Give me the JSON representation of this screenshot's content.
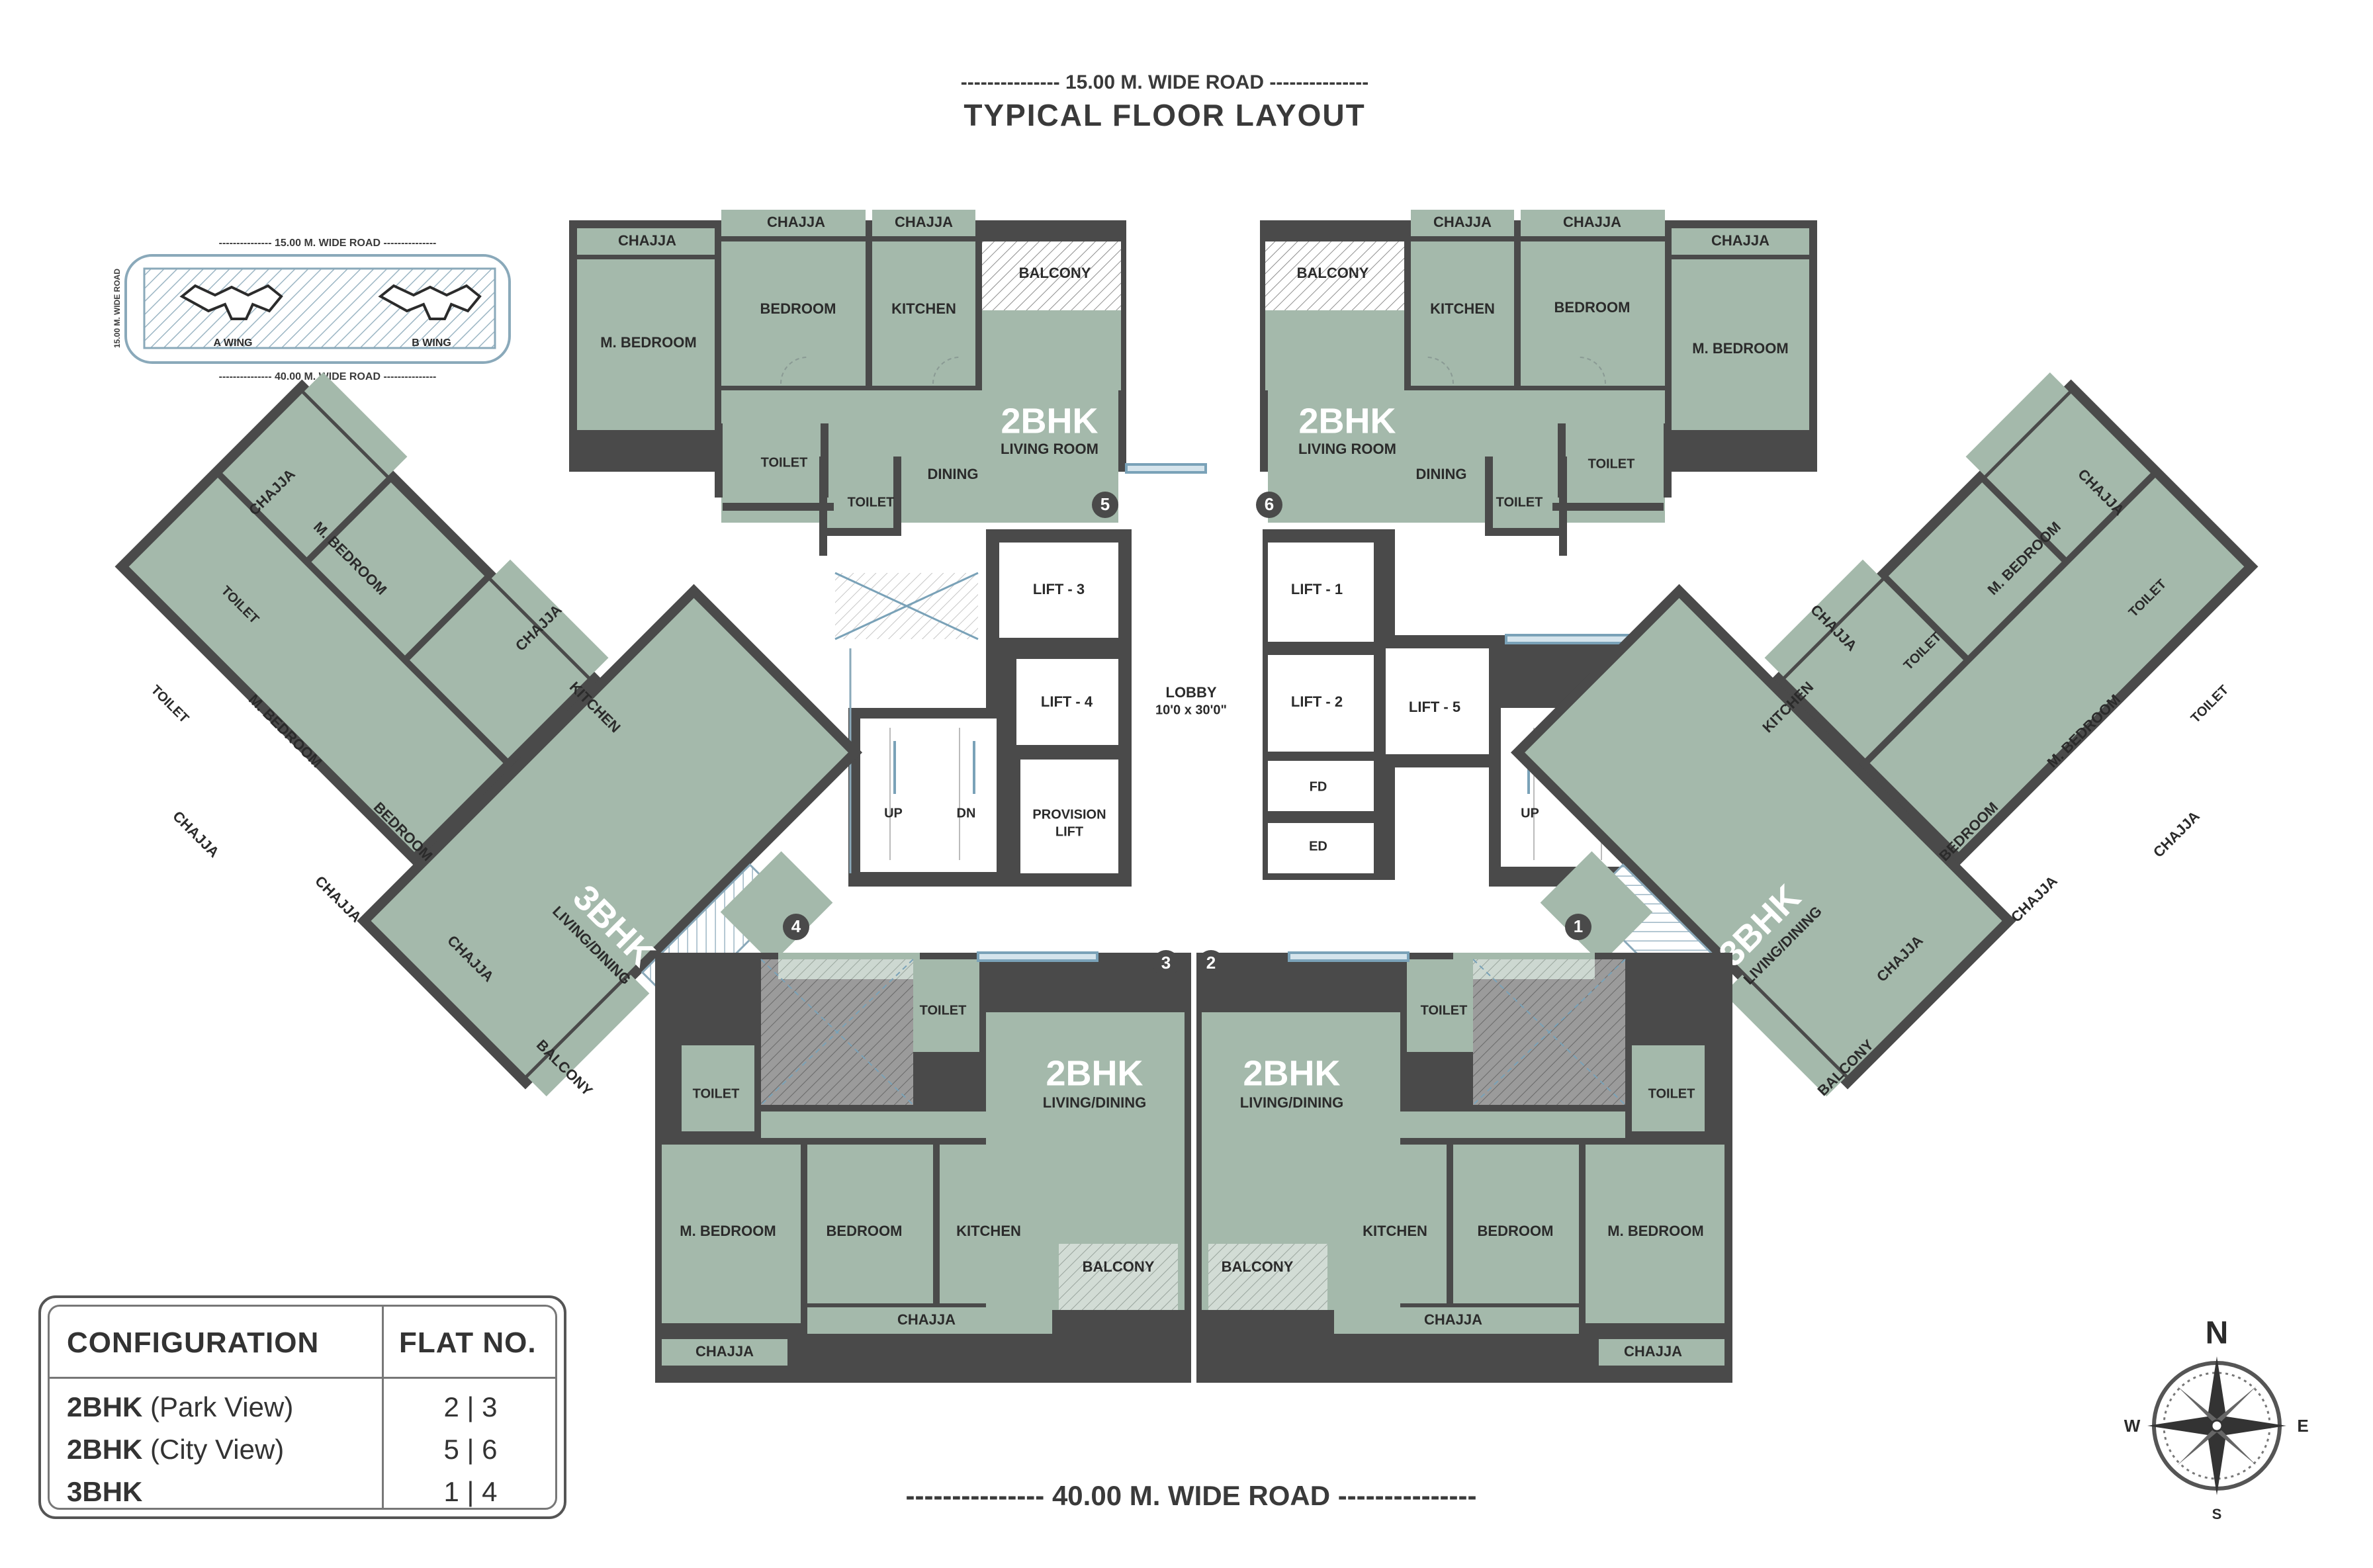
{
  "header": {
    "top_road": "--------------- 15.00 M. WIDE ROAD ---------------",
    "title": "TYPICAL FLOOR LAYOUT"
  },
  "footer": {
    "bottom_road": "--------------- 40.00 M. WIDE ROAD ---------------"
  },
  "key_plan": {
    "top_road": "--------------- 15.00 M. WIDE ROAD ---------------",
    "bottom_road": "--------------- 40.00 M. WIDE ROAD ---------------",
    "side_road": "15.00 M. WIDE ROAD",
    "wing_a": "A WING",
    "wing_b": "B WING"
  },
  "flats": {
    "f5": {
      "type": "2BHK",
      "use": "LIVING ROOM",
      "number": "5",
      "rooms": {
        "chajja1": "CHAJJA",
        "chajja2": "CHAJJA",
        "chajja3": "CHAJJA",
        "mbed": "M. BEDROOM",
        "bed": "BEDROOM",
        "kitchen": "KITCHEN",
        "balcony": "BALCONY",
        "toilet1": "TOILET",
        "toilet2": "TOILET",
        "dining": "DINING"
      }
    },
    "f6": {
      "type": "2BHK",
      "use": "LIVING ROOM",
      "number": "6",
      "rooms": {
        "chajja1": "CHAJJA",
        "chajja2": "CHAJJA",
        "chajja3": "CHAJJA",
        "mbed": "M. BEDROOM",
        "bed": "BEDROOM",
        "kitchen": "KITCHEN",
        "balcony": "BALCONY",
        "toilet1": "TOILET",
        "toilet2": "TOILET",
        "dining": "DINING"
      }
    },
    "f4": {
      "type": "3BHK",
      "use": "LIVING/DINING",
      "number": "4",
      "rooms": {
        "chajja1": "CHAJJA",
        "chajja2": "CHAJJA",
        "chajja3": "CHAJJA",
        "chajja4": "CHAJJA",
        "mbed1": "M. BEDROOM",
        "mbed2": "M. BEDROOM",
        "bed": "BEDROOM",
        "kitchen": "KITCHEN",
        "toilet1": "TOILET",
        "toilet2": "TOILET",
        "balcony": "BALCONY"
      }
    },
    "f1": {
      "type": "3BHK",
      "use": "LIVING/DINING",
      "number": "1",
      "rooms": {
        "chajja1": "CHAJJA",
        "chajja2": "CHAJJA",
        "chajja3": "CHAJJA",
        "chajja4": "CHAJJA",
        "mbed1": "M. BEDROOM",
        "mbed2": "M. BEDROOM",
        "bed": "BEDROOM",
        "kitchen": "KITCHEN",
        "toilet1": "TOILET",
        "toilet2": "TOILET",
        "balcony": "BALCONY"
      }
    },
    "f3": {
      "type": "2BHK",
      "use": "LIVING/DINING",
      "number": "3",
      "rooms": {
        "toilet1": "TOILET",
        "toilet2": "TOILET",
        "mbed": "M. BEDROOM",
        "bed": "BEDROOM",
        "kitchen": "KITCHEN",
        "balcony": "BALCONY",
        "chajja1": "CHAJJA",
        "chajja2": "CHAJJA"
      }
    },
    "f2": {
      "type": "2BHK",
      "use": "LIVING/DINING",
      "number": "2",
      "rooms": {
        "toilet1": "TOILET",
        "toilet2": "TOILET",
        "mbed": "M. BEDROOM",
        "bed": "BEDROOM",
        "kitchen": "KITCHEN",
        "balcony": "BALCONY",
        "chajja1": "CHAJJA",
        "chajja2": "CHAJJA"
      }
    }
  },
  "core": {
    "lift3": "LIFT - 3",
    "lift4": "LIFT - 4",
    "provision1": "PROVISION",
    "provision2": "LIFT",
    "lift1": "LIFT - 1",
    "lift2": "LIFT - 2",
    "lift5": "LIFT - 5",
    "fd": "FD",
    "ed": "ED",
    "lobby1": "LOBBY",
    "lobby2": "10'0 x 30'0\"",
    "up": "UP",
    "dn": "DN"
  },
  "compass": {
    "n": "N",
    "s": "S",
    "e": "E",
    "w": "W"
  },
  "legend": {
    "header_config": "CONFIGURATION",
    "header_flat": "FLAT NO.",
    "rows": [
      {
        "type": "2BHK",
        "view": "(Park View)",
        "flats": "2 | 3"
      },
      {
        "type": "2BHK",
        "view": "(City View)",
        "flats": "5 | 6"
      },
      {
        "type": "3BHK",
        "view": "",
        "flats": "1 | 4"
      }
    ]
  },
  "colors": {
    "room": "#a4b9ab",
    "wall": "#4a4a4a",
    "text": "#2b2b2b"
  }
}
